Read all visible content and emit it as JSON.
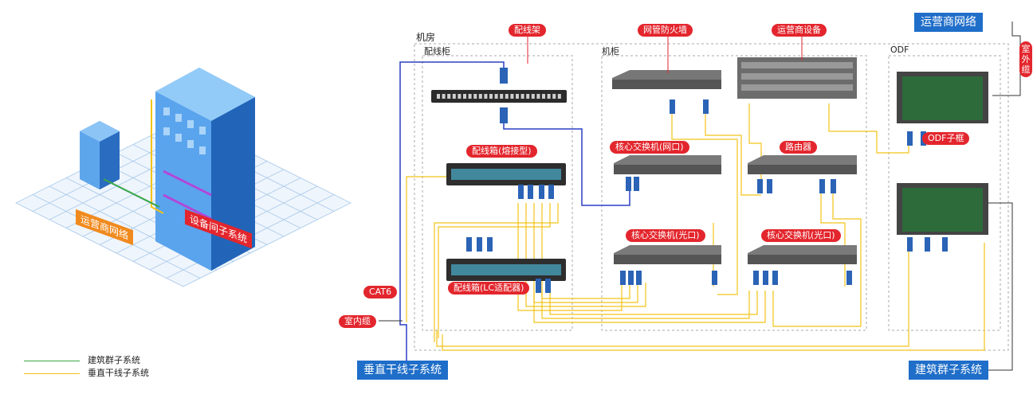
{
  "left": {
    "operator_network_label": "运营商网络",
    "equipment_room_label": "设备间子系统"
  },
  "legend": {
    "items": [
      {
        "label": "建筑群子系统",
        "color": "#39a845"
      },
      {
        "label": "垂直干线子系统",
        "color": "#f2c318"
      }
    ]
  },
  "room": {
    "title": "机房",
    "zones": {
      "patch_cabinet": "配线柜",
      "rack": "机柜",
      "odf": "ODF"
    }
  },
  "tags": {
    "patch_panel_rack": "配线架",
    "firewall": "网管防火墙",
    "carrier_equipment": "运营商设备",
    "fusion_box": "配线箱(熔接型)",
    "core_switch_eth": "核心交换机(网口)",
    "router": "路由器",
    "odf_subframe": "ODF子框",
    "core_switch_fiber_1": "核心交换机(光口)",
    "core_switch_fiber_2": "核心交换机(光口)",
    "lc_box": "配线箱(LC适配器)",
    "cat6": "CAT6",
    "indoor_cable": "室内缆",
    "outdoor_cable": "室外缆"
  },
  "subsystems": {
    "carrier_network": "运营商网络",
    "vertical_backbone": "垂直干线子系统",
    "campus": "建筑群子系统"
  },
  "colors": {
    "red_tag": "#e3262d",
    "blue_tag": "#1f6ec9",
    "fiber_yellow": "#f2c318",
    "cat6_blue": "#2b3fc4",
    "green_line": "#39a845"
  }
}
